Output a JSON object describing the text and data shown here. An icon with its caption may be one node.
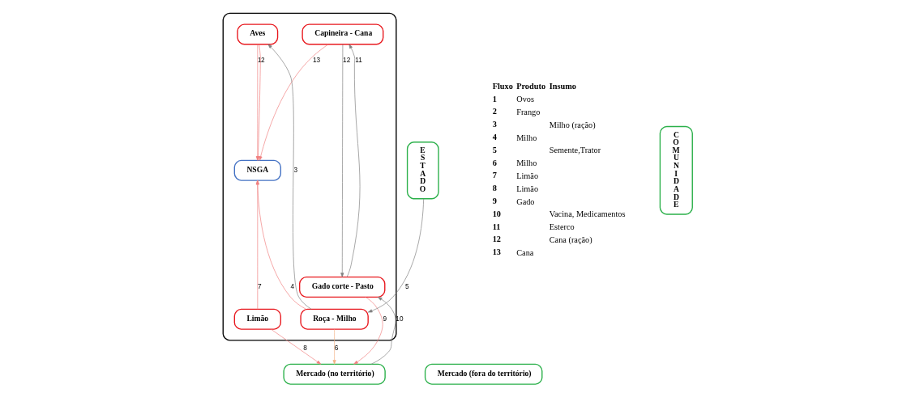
{
  "diagram": {
    "nodes": [
      {
        "text": [],
        "shape": "box"
      },
      {
        "text": [
          "Capineira - Cana"
        ],
        "in": 0
      },
      {
        "text": [
          "Aves"
        ],
        "in": 0
      },
      {
        "text": [
          "NSGA"
        ],
        "in": 0
      },
      {
        "text": [
          "Limão"
        ],
        "in": 0
      },
      {
        "text": [
          "Roça - Milho"
        ],
        "in": 0
      },
      {
        "text": [
          "Gado corte - Pasto"
        ],
        "in": 0
      },
      {
        "text": [
          "COMUNIDADE"
        ]
      },
      {
        "text": [
          "ESTADO"
        ]
      },
      {
        "text": [
          "Mercado (no território)"
        ]
      },
      {
        "text": [
          "Mercado (fora do território)"
        ]
      }
    ],
    "edges": [
      {
        "from": 2,
        "to": 3,
        "arrow": "to",
        "label": "1"
      },
      {
        "from": 2,
        "to": 3,
        "arrow": "to",
        "label": "2"
      },
      {
        "from": 5,
        "to": 2,
        "arrow": "to",
        "label": "3",
        "color": "#808080"
      },
      {
        "from": 5,
        "to": 3,
        "arrow": "to",
        "label": "4"
      },
      {
        "from": 8,
        "to": 5,
        "arrow": "to",
        "label": "5",
        "color": "#808080"
      },
      {
        "from": 5,
        "to": 9,
        "arrow": "to",
        "label": "6",
        "color": "#f4b183"
      },
      {
        "from": 4,
        "to": 3,
        "arrow": "to",
        "label": "7"
      },
      {
        "from": 4,
        "to": 9,
        "arrow": "to",
        "label": "8"
      },
      {
        "from": 6,
        "to": 9,
        "arrow": "to",
        "label": "9"
      },
      {
        "from": 9,
        "to": 6,
        "arrow": "to",
        "label": "10",
        "color": "#808080"
      },
      {
        "from": 6,
        "to": 1,
        "arrow": "to",
        "label": "11",
        "color": "#808080"
      },
      {
        "from": 1,
        "to": 6,
        "arrow": "to",
        "label": "12",
        "color": "#808080"
      },
      {
        "from": 1,
        "to": 3,
        "arrow": "to",
        "label": "13"
      }
    ],
    "labels": [
      "Fluxo",
      "Produto",
      "Insumo",
      "1",
      "Ovos",
      "2",
      "Frango",
      "3",
      "Milho (ração)",
      "4",
      "Milho",
      "5",
      "Semente,Trator",
      "6",
      "Milho",
      "7",
      "Limão",
      "8",
      "Limão",
      "9",
      "Gado",
      "10",
      "Vacina, Medicamentos",
      "11",
      "Esterco",
      "12",
      "Cana (ração)",
      "13",
      "Cana"
    ]
  }
}
